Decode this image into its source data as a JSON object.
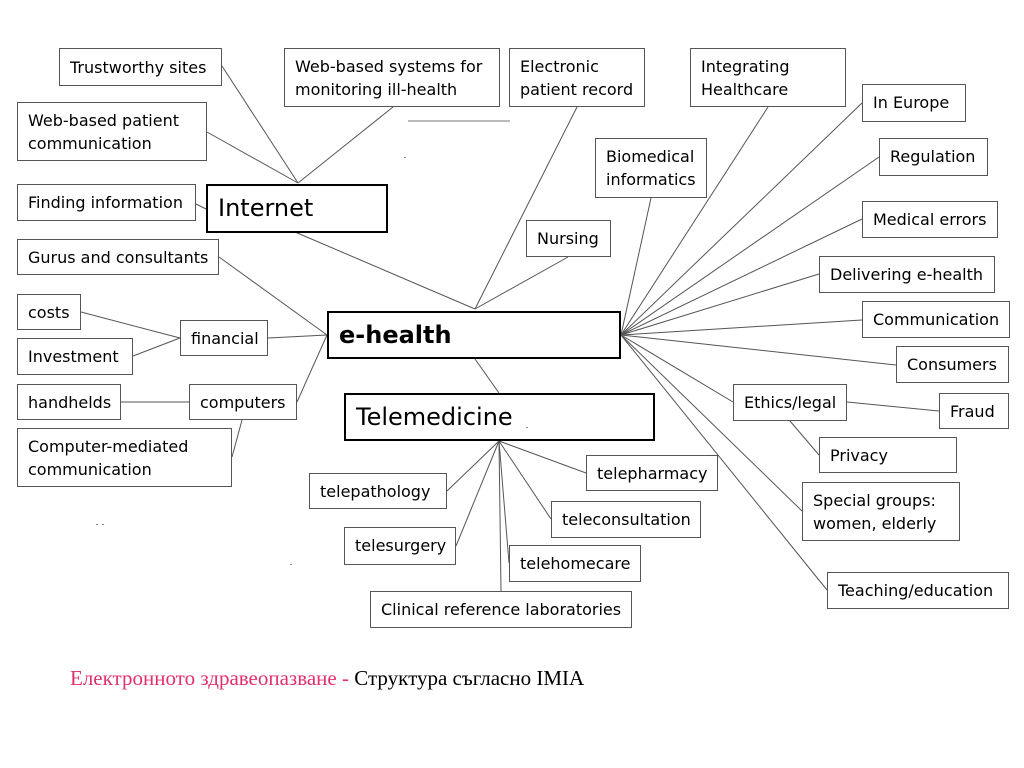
{
  "diagram": {
    "nodes": [
      {
        "id": "ehealth",
        "text": "e-health"
      },
      {
        "id": "internet",
        "text": "Internet"
      },
      {
        "id": "telemedicine",
        "text": "Telemedicine"
      },
      {
        "id": "trustworthy",
        "text": "Trustworthy sites"
      },
      {
        "id": "webpatient",
        "text": "Web-based patient\ncommunication"
      },
      {
        "id": "finding",
        "text": "Finding information"
      },
      {
        "id": "gurus",
        "text": "Gurus and consultants"
      },
      {
        "id": "webmonitor",
        "text": "Web-based systems for\nmonitoring ill-health"
      },
      {
        "id": "epr",
        "text": "Electronic\npatient record"
      },
      {
        "id": "integrating",
        "text": "Integrating\nHealthcare"
      },
      {
        "id": "nursing",
        "text": "Nursing"
      },
      {
        "id": "biomedical",
        "text": "Biomedical\ninformatics"
      },
      {
        "id": "costs",
        "text": "costs"
      },
      {
        "id": "investment",
        "text": "Investment"
      },
      {
        "id": "financial",
        "text": "financial"
      },
      {
        "id": "handhelds",
        "text": "handhelds"
      },
      {
        "id": "computers",
        "text": "computers"
      },
      {
        "id": "cmc",
        "text": "Computer-mediated\ncommunication"
      },
      {
        "id": "ineurope",
        "text": "In Europe"
      },
      {
        "id": "regulation",
        "text": "Regulation"
      },
      {
        "id": "mederrors",
        "text": "Medical errors"
      },
      {
        "id": "delivering",
        "text": "Delivering e-health"
      },
      {
        "id": "communication",
        "text": "Communication"
      },
      {
        "id": "consumers",
        "text": "Consumers"
      },
      {
        "id": "ethics",
        "text": "Ethics/legal"
      },
      {
        "id": "fraud",
        "text": "Fraud"
      },
      {
        "id": "privacy",
        "text": "Privacy"
      },
      {
        "id": "special",
        "text": "Special groups:\nwomen, elderly"
      },
      {
        "id": "teaching",
        "text": "Teaching/education"
      },
      {
        "id": "telepathology",
        "text": "telepathology"
      },
      {
        "id": "telepharmacy",
        "text": "telepharmacy"
      },
      {
        "id": "teleconsultation",
        "text": "teleconsultation"
      },
      {
        "id": "telesurgery",
        "text": "telesurgery"
      },
      {
        "id": "telehomecare",
        "text": "telehomecare"
      },
      {
        "id": "clinicalref",
        "text": "Clinical reference laboratories"
      }
    ],
    "edges": [
      [
        "internet",
        "ehealth"
      ],
      [
        "trustworthy",
        "internet"
      ],
      [
        "webpatient",
        "internet"
      ],
      [
        "webmonitor",
        "internet"
      ],
      [
        "finding",
        "internet"
      ],
      [
        "gurus",
        "ehealth"
      ],
      [
        "financial",
        "ehealth"
      ],
      [
        "costs",
        "financial"
      ],
      [
        "investment",
        "financial"
      ],
      [
        "computers",
        "ehealth"
      ],
      [
        "handhelds",
        "computers"
      ],
      [
        "cmc",
        "computers"
      ],
      [
        "epr",
        "ehealth"
      ],
      [
        "nursing",
        "ehealth"
      ],
      [
        "biomedical",
        "ehealth"
      ],
      [
        "integrating",
        "ehealth"
      ],
      [
        "ineurope",
        "ehealth"
      ],
      [
        "regulation",
        "ehealth"
      ],
      [
        "mederrors",
        "ehealth"
      ],
      [
        "delivering",
        "ehealth"
      ],
      [
        "communication",
        "ehealth"
      ],
      [
        "consumers",
        "ehealth"
      ],
      [
        "ethics",
        "ehealth"
      ],
      [
        "privacy",
        "ethics"
      ],
      [
        "fraud",
        "ethics"
      ],
      [
        "special",
        "ehealth"
      ],
      [
        "teaching",
        "ehealth"
      ],
      [
        "telemedicine",
        "ehealth"
      ],
      [
        "telepathology",
        "telemedicine"
      ],
      [
        "telepharmacy",
        "telemedicine"
      ],
      [
        "teleconsultation",
        "telemedicine"
      ],
      [
        "telesurgery",
        "telemedicine"
      ],
      [
        "telehomecare",
        "telemedicine"
      ],
      [
        "clinicalref",
        "telemedicine"
      ]
    ]
  },
  "caption": {
    "part1": "Електронното здравеопазване - ",
    "part2": "Структура съгласно IMIA"
  },
  "colors": {
    "caption_accent": "#e0306e",
    "box_border": "#555555",
    "main_border": "#000000",
    "line": "#555555"
  }
}
